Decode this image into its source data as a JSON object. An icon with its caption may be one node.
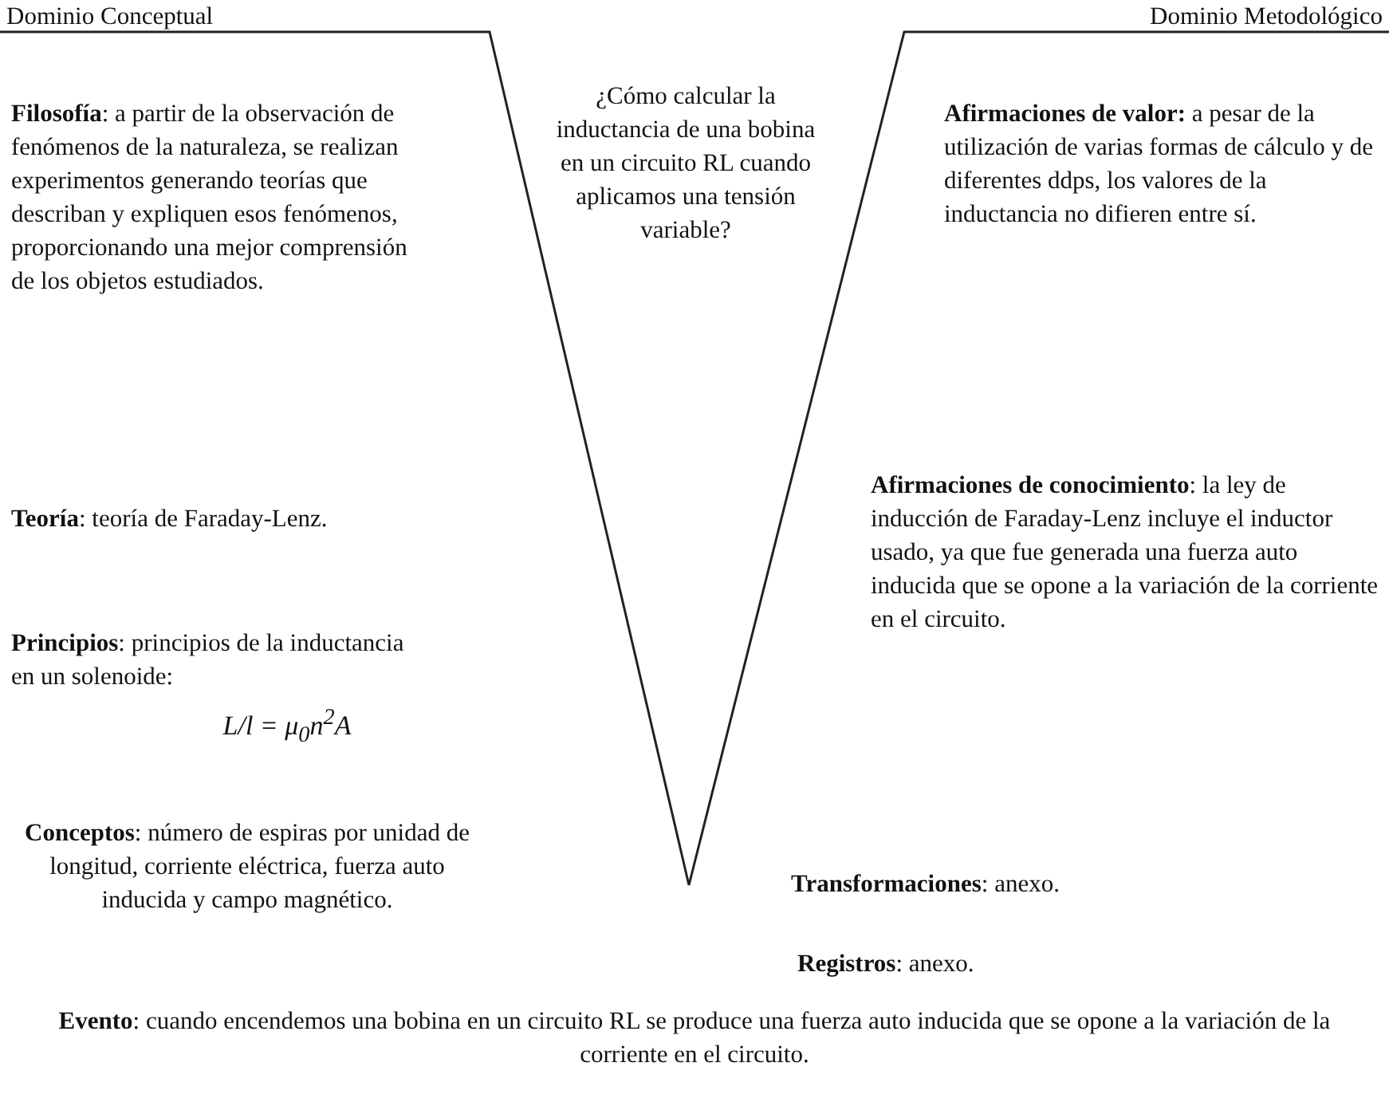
{
  "diagram": {
    "labels": [
      "Dominio Conceptual",
      "Dominio Metodológico",
      "**Filosofía**: a partir de la observación de fenómenos de la naturaleza, se realizan experimentos generando teorías que describan y expliquen esos fenómenos, proporcionando una mejor comprensión de los objetos estudiados.",
      "¿Cómo calcular la inductancia de una bobina en un circuito RL cuando aplicamos una tensión variable?",
      "**Afirmaciones de valor:** a pesar de la utilización de varias formas de cálculo y de diferentes ddps, los valores de la inductancia no difieren entre sí.",
      "**Teoría**: teoría de Faraday-Lenz.",
      "**Afirmaciones de conocimiento**: la ley de inducción de Faraday-Lenz incluye el inductor usado, ya que fue generada una fuerza auto inducida que se opone a la variación de la corriente en el circuito.",
      "**Principios**: principios de la inductancia en un solenoide:",
      "L/l = μ$_{0}$n$^{2}$A",
      "**Conceptos**: número de espiras por unidad de longitud, corriente eléctrica, fuerza auto inducida y campo magnético.",
      "**Transformaciones**: anexo.",
      "**Registros**: anexo.",
      "**Evento**: cuando encendemos una bobina en un circuito RL se produce una fuerza auto inducida que se opone a la variación de la corriente en el circuito."
    ]
  }
}
